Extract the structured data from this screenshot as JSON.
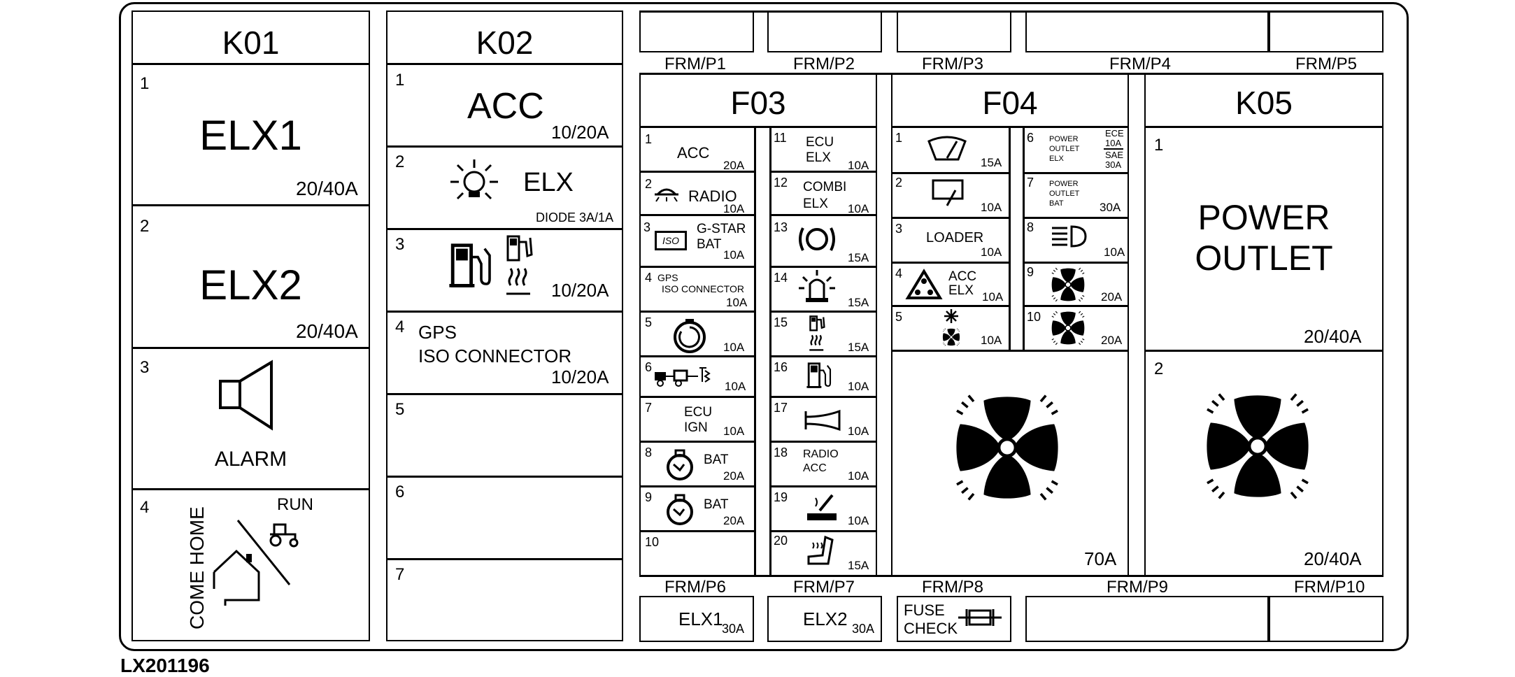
{
  "document_id": "LX201196",
  "k01": {
    "title": "K01",
    "slots": [
      {
        "num": "1",
        "label": "ELX1",
        "rating": "20/40A"
      },
      {
        "num": "2",
        "label": "ELX2",
        "rating": "20/40A"
      },
      {
        "num": "3",
        "label": "ALARM",
        "icon": "horn-speaker-icon"
      },
      {
        "num": "4",
        "run_label": "RUN",
        "come_home_label": "COME HOME",
        "icons": [
          "tractor-icon",
          "home-icon"
        ]
      }
    ]
  },
  "k02": {
    "title": "K02",
    "slots": [
      {
        "num": "1",
        "label": "ACC",
        "rating": "10/20A"
      },
      {
        "num": "2",
        "label": "ELX",
        "note": "DIODE 3A/1A",
        "icon": "lamp-icon"
      },
      {
        "num": "3",
        "rating": "10/20A",
        "icons": [
          "fuel-pump-icon",
          "fuel-heater-icon"
        ]
      },
      {
        "num": "4",
        "line1": "GPS",
        "line2": "ISO CONNECTOR",
        "rating": "10/20A"
      },
      {
        "num": "5"
      },
      {
        "num": "6"
      },
      {
        "num": "7"
      }
    ]
  },
  "frm_top": [
    "FRM/P1",
    "FRM/P2",
    "FRM/P3",
    "FRM/P4",
    "FRM/P5"
  ],
  "frm_bottom": [
    "FRM/P6",
    "FRM/P7",
    "FRM/P8",
    "FRM/P9",
    "FRM/P10"
  ],
  "bottom_boxes": {
    "p6": {
      "label": "ELX1",
      "rating": "30A"
    },
    "p7": {
      "label": "ELX2",
      "rating": "30A"
    },
    "p8": {
      "line1": "FUSE",
      "line2": "CHECK",
      "icon": "fuse-icon"
    }
  },
  "f03": {
    "title": "F03",
    "left": [
      {
        "num": "1",
        "label": "ACC",
        "rating": "20A"
      },
      {
        "num": "2",
        "label": "RADIO",
        "rating": "10A",
        "icon": "light-icon"
      },
      {
        "num": "3",
        "label": "G-STAR",
        "label2": "BAT",
        "rating": "10A",
        "icon": "iso-icon",
        "icon_text": "ISO"
      },
      {
        "num": "4",
        "label": "GPS",
        "label2": "ISO CONNECTOR",
        "rating": "10A"
      },
      {
        "num": "5",
        "rating": "10A",
        "icon": "rotary-icon"
      },
      {
        "num": "6",
        "rating": "10A",
        "icon": "implement-icon"
      },
      {
        "num": "7",
        "label": "ECU",
        "label2": "IGN",
        "rating": "10A"
      },
      {
        "num": "8",
        "label": "BAT",
        "rating": "20A",
        "icon": "ignition-icon"
      },
      {
        "num": "9",
        "label": "BAT",
        "rating": "20A",
        "icon": "ignition-icon"
      },
      {
        "num": "10"
      }
    ],
    "right": [
      {
        "num": "11",
        "label": "ECU",
        "label2": "ELX",
        "rating": "10A"
      },
      {
        "num": "12",
        "label": "COMBI",
        "label2": "ELX",
        "rating": "10A"
      },
      {
        "num": "13",
        "rating": "15A",
        "icon": "brake-icon"
      },
      {
        "num": "14",
        "rating": "15A",
        "icon": "beacon-icon"
      },
      {
        "num": "15",
        "rating": "15A",
        "icon": "fuel-heater-icon"
      },
      {
        "num": "16",
        "rating": "10A",
        "icon": "fuel-pump-icon"
      },
      {
        "num": "17",
        "rating": "10A",
        "icon": "horn-icon"
      },
      {
        "num": "18",
        "label": "RADIO",
        "label2": "ACC",
        "rating": "10A"
      },
      {
        "num": "19",
        "rating": "10A",
        "icon": "cigarette-lighter-icon"
      },
      {
        "num": "20",
        "rating": "15A",
        "icon": "heated-seat-icon"
      }
    ]
  },
  "f04": {
    "title": "F04",
    "left": [
      {
        "num": "1",
        "rating": "15A",
        "icon": "wiper-icon"
      },
      {
        "num": "2",
        "rating": "10A",
        "icon": "rear-wiper-icon"
      },
      {
        "num": "3",
        "label": "LOADER",
        "rating": "10A"
      },
      {
        "num": "4",
        "label": "ACC",
        "label2": "ELX",
        "rating": "10A",
        "icon": "hazard-icon"
      },
      {
        "num": "5",
        "rating": "10A",
        "icon": "climate-icon"
      }
    ],
    "right": [
      {
        "num": "6",
        "line1": "POWER",
        "line2": "OUTLET",
        "line3": "ELX",
        "ece": "ECE",
        "ece_rating": "10A",
        "sae": "SAE",
        "sae_rating": "30A"
      },
      {
        "num": "7",
        "line1": "POWER",
        "line2": "OUTLET",
        "line3": "BAT",
        "rating": "30A"
      },
      {
        "num": "8",
        "rating": "10A",
        "icon": "headlight-icon"
      },
      {
        "num": "9",
        "rating": "20A",
        "icon": "fan-icon"
      },
      {
        "num": "10",
        "rating": "20A",
        "icon": "fan-icon"
      }
    ],
    "big": {
      "rating": "70A",
      "icon": "fan-icon"
    }
  },
  "k05": {
    "title": "K05",
    "slots": [
      {
        "num": "1",
        "line1": "POWER",
        "line2": "OUTLET",
        "rating": "20/40A"
      },
      {
        "num": "2",
        "rating": "20/40A",
        "icon": "fan-icon"
      }
    ]
  }
}
